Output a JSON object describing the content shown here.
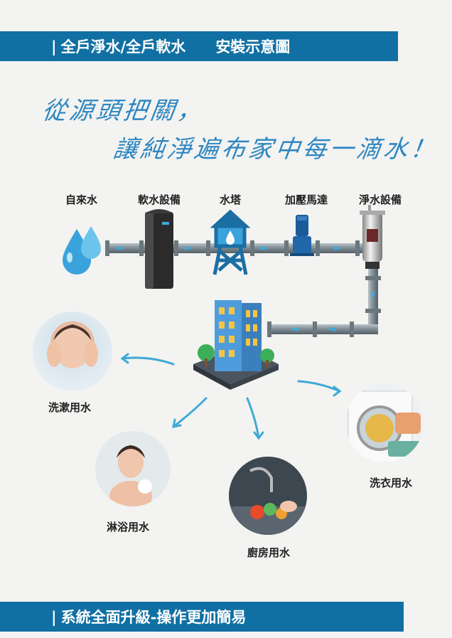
{
  "header": {
    "title_left": "全戶淨水/全戶軟水",
    "title_right": "安裝示意圖"
  },
  "slogan": {
    "line1": "從源頭把關，",
    "line2": "讓純淨遍布家中每一滴水！"
  },
  "stages": [
    "自來水",
    "軟水設備",
    "水塔",
    "加壓馬達",
    "淨水設備"
  ],
  "uses": {
    "face": "洗漱用水",
    "shower": "淋浴用水",
    "kitchen": "廚房用水",
    "laundry": "洗衣用水"
  },
  "footer": {
    "title": "系統全面升級-操作更加簡易"
  },
  "colors": {
    "banner": "#1170a3",
    "accent": "#3fa9d6",
    "pipe": "#7d8a92"
  }
}
